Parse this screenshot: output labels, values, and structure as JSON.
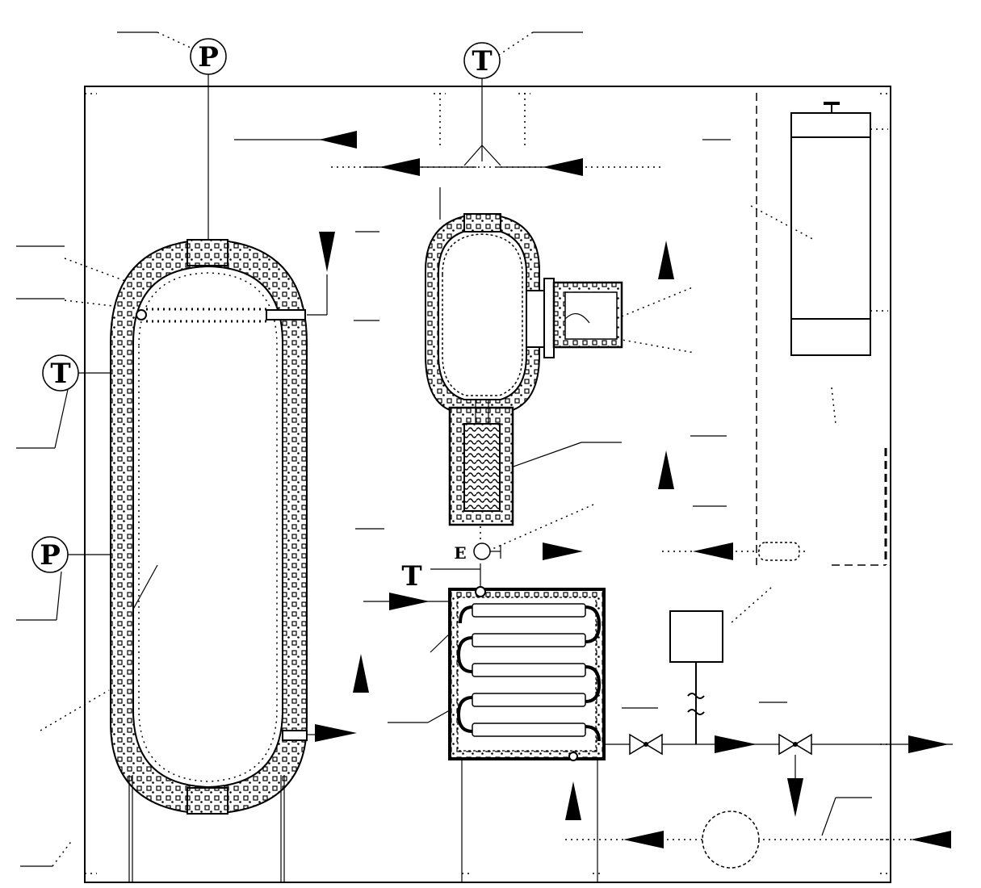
{
  "labels": {
    "top_pressure": "P",
    "top_temperature": "T",
    "left_temperature": "T",
    "left_pressure": "P",
    "valve": "E",
    "exchanger_temperature": "T"
  }
}
